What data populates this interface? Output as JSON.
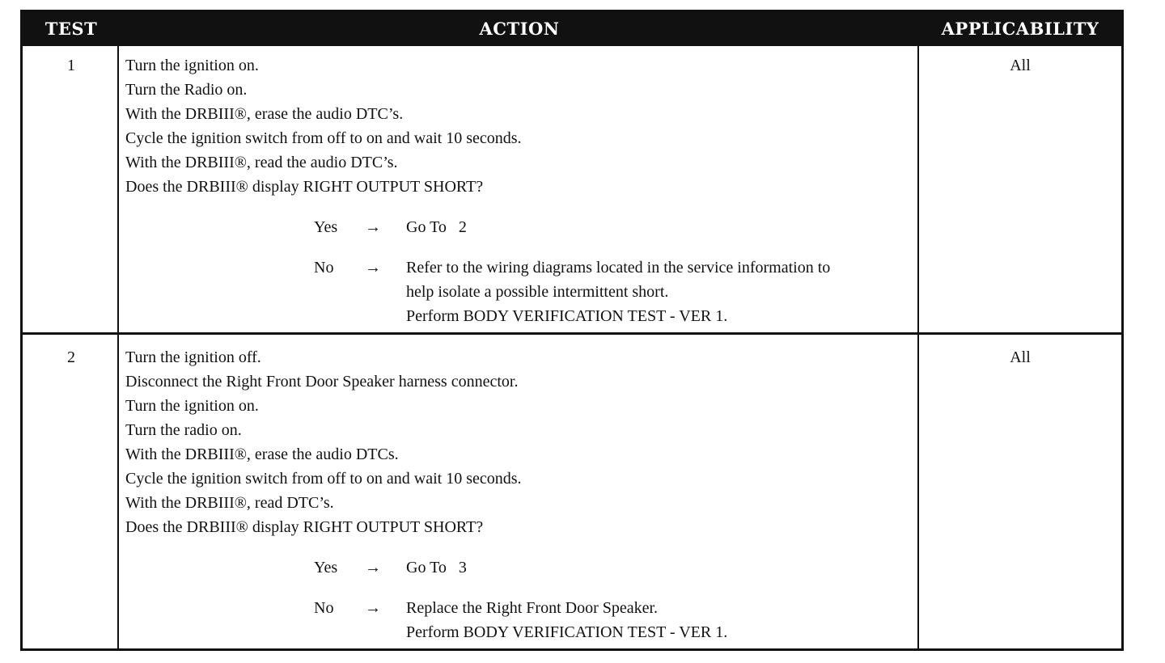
{
  "header": {
    "test": "TEST",
    "action": "ACTION",
    "applicability": "APPLICABILITY"
  },
  "tests": [
    {
      "number": "1",
      "applicability": "All",
      "steps": [
        "Turn the ignition on.",
        "Turn the Radio on.",
        "With the DRBIII®, erase the audio DTC’s.",
        "Cycle the ignition switch from off to on and wait 10 seconds.",
        "With the DRBIII®, read the audio DTC’s.",
        "Does the DRBIII® display RIGHT OUTPUT SHORT?"
      ],
      "yes": {
        "label": "Yes",
        "arrow": "→",
        "result": "Go To   2"
      },
      "no": {
        "label": "No",
        "arrow": "→",
        "result_lines": [
          "Refer to the wiring diagrams located in the service information to",
          "help isolate a possible intermittent short.",
          "Perform BODY VERIFICATION TEST - VER 1."
        ]
      }
    },
    {
      "number": "2",
      "applicability": "All",
      "steps": [
        "Turn the ignition off.",
        "Disconnect the Right Front Door Speaker harness connector.",
        "Turn the ignition on.",
        "Turn the radio on.",
        "With the DRBIII®, erase the audio DTCs.",
        "Cycle the ignition switch from off to on and wait 10 seconds.",
        "With the DRBIII®, read DTC’s.",
        "Does the DRBIII® display RIGHT OUTPUT SHORT?"
      ],
      "yes": {
        "label": "Yes",
        "arrow": "→",
        "result": "Go To   3"
      },
      "no": {
        "label": "No",
        "arrow": "→",
        "result_lines": [
          "Replace the Right Front Door Speaker.",
          "Perform BODY VERIFICATION TEST - VER 1."
        ]
      }
    }
  ]
}
